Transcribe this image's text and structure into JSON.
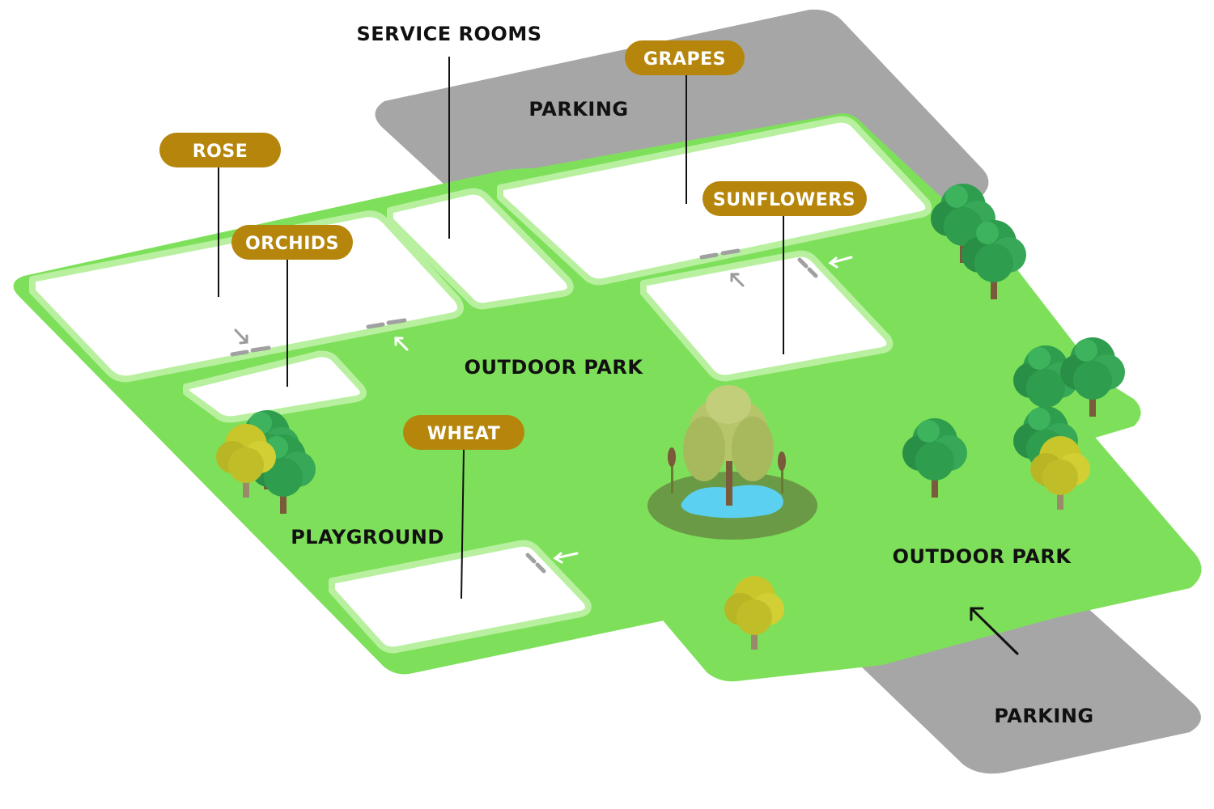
{
  "colors": {
    "grass": "#7ee05a",
    "grass_border": "#b8f0a0",
    "parking": "#a6a6a6",
    "room_fill": "#ffffff",
    "pill": "#b5860b",
    "pill_text": "#ffffff",
    "area_text": "#111111",
    "tree_green": "#2e9e4e",
    "tree_yellow": "#c8c62a",
    "trunk": "#7a5a3a",
    "pond_water": "#5bd0f0",
    "pond_bank": "#6a9a45",
    "willow": "#b6c46a"
  },
  "labels": {
    "service_rooms": "SERVICE ROOMS",
    "parking_top": "PARKING",
    "parking_bottom": "PARKING",
    "outdoor_park_center": "OUTDOOR PARK",
    "outdoor_park_right": "OUTDOOR PARK",
    "playground": "PLAYGROUND"
  },
  "pills": {
    "grapes": "GRAPES",
    "rose": "ROSE",
    "orchids": "ORCHIDS",
    "sunflowers": "SUNFLOWERS",
    "wheat": "WHEAT"
  },
  "icons": {
    "tree": "tree-icon",
    "yellow_tree": "yellow-tree-icon",
    "pond": "pond-icon",
    "willow": "willow-tree-icon",
    "door": "door-icon",
    "entrance_arrow": "entrance-arrow-icon"
  }
}
